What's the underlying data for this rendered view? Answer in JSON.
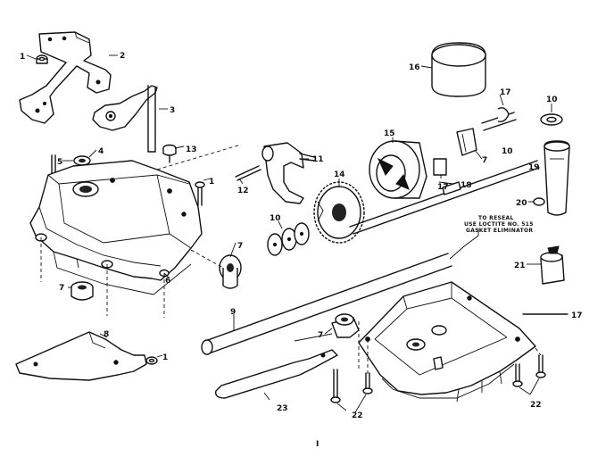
{
  "diagram": {
    "note_lines": [
      "TO RESEAL",
      "USE LOCTITE NO. 515",
      "GASKET ELIMINATOR"
    ],
    "footer_mark": "I",
    "callouts": [
      {
        "id": "c1a",
        "text": "1"
      },
      {
        "id": "c2",
        "text": "2"
      },
      {
        "id": "c3",
        "text": "3"
      },
      {
        "id": "c5",
        "text": "5"
      },
      {
        "id": "c4",
        "text": "4"
      },
      {
        "id": "c13",
        "text": "13"
      },
      {
        "id": "c1b",
        "text": "1"
      },
      {
        "id": "c6",
        "text": "6"
      },
      {
        "id": "c7a",
        "text": "7"
      },
      {
        "id": "c8",
        "text": "8"
      },
      {
        "id": "c1c",
        "text": "1"
      },
      {
        "id": "c12",
        "text": "12"
      },
      {
        "id": "c11",
        "text": "11"
      },
      {
        "id": "c14",
        "text": "14"
      },
      {
        "id": "c10a",
        "text": "10"
      },
      {
        "id": "c7b",
        "text": "7"
      },
      {
        "id": "c9",
        "text": "9"
      },
      {
        "id": "c16",
        "text": "16"
      },
      {
        "id": "c15",
        "text": "15"
      },
      {
        "id": "c17a",
        "text": "17"
      },
      {
        "id": "c7c",
        "text": "7"
      },
      {
        "id": "c10b",
        "text": "10"
      },
      {
        "id": "c17b",
        "text": "17"
      },
      {
        "id": "c18",
        "text": "18"
      },
      {
        "id": "c10c",
        "text": "10"
      },
      {
        "id": "c19",
        "text": "19"
      },
      {
        "id": "c20",
        "text": "20"
      },
      {
        "id": "c21",
        "text": "21"
      },
      {
        "id": "c17c",
        "text": "17"
      },
      {
        "id": "c7d",
        "text": "7"
      },
      {
        "id": "c23",
        "text": "23"
      },
      {
        "id": "c22a",
        "text": "22"
      },
      {
        "id": "c22b",
        "text": "22"
      }
    ]
  }
}
